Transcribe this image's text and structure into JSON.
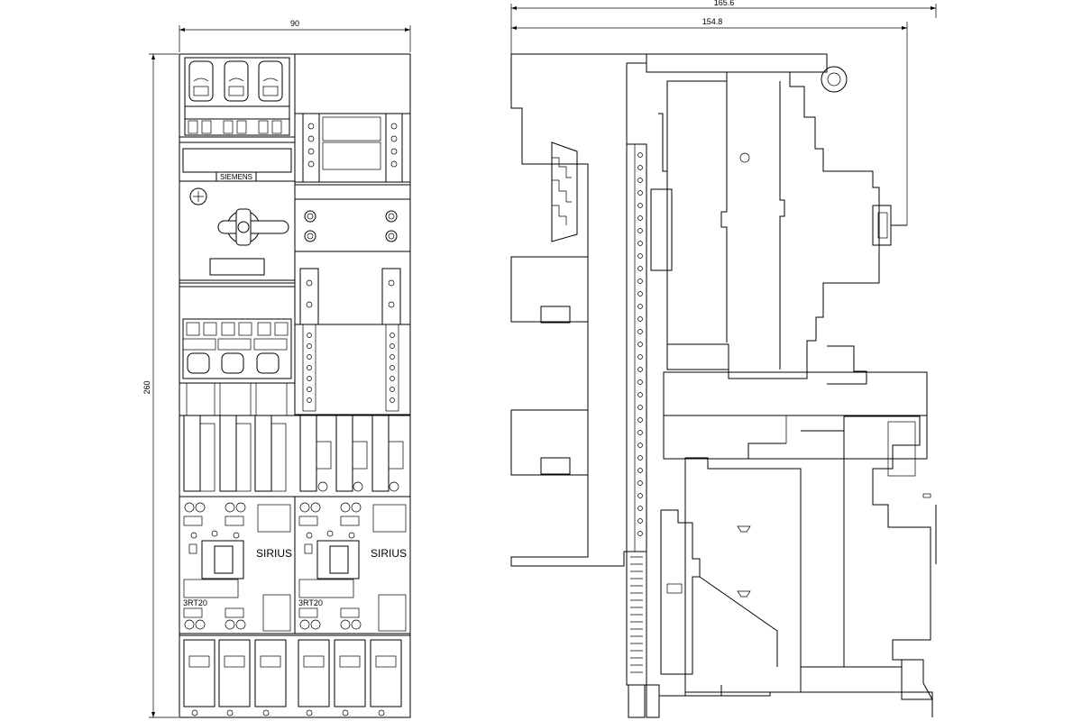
{
  "dimensions": {
    "front_width": "90",
    "height": "260",
    "side_depth_total": "165.6",
    "side_depth_inner": "154.8"
  },
  "labels": {
    "brand": "SIEMENS",
    "series_left": "SIRIUS",
    "series_right": "SIRIUS",
    "model_left": "3RT20",
    "model_right": "3RT20"
  }
}
